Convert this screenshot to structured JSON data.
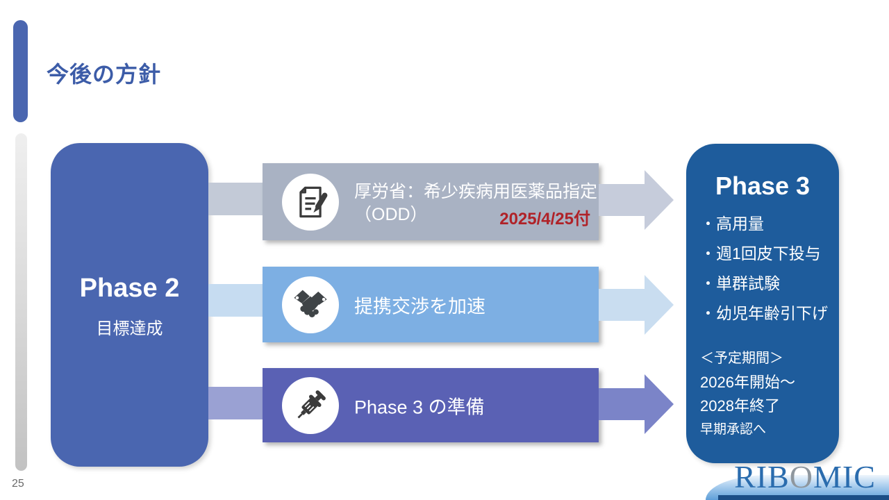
{
  "slide": {
    "title": "今後の方針",
    "page_number": "25"
  },
  "phase2": {
    "title": "Phase 2",
    "subtitle": "目標達成"
  },
  "steps": [
    {
      "icon": "document-pencil-icon",
      "line1": "厚労省：希少疾病用医薬品指定",
      "line2": "（ODD）",
      "date": "2025/4/25付",
      "bar_color": "#A9B2C3",
      "connector_color": "#C3CAD7",
      "arrow_color": "#C6CCDB"
    },
    {
      "icon": "handshake-icon",
      "line1": "提携交渉を加速",
      "bar_color": "#7DAFE3",
      "connector_color": "#C6DCF1",
      "arrow_color": "#C9DDF0"
    },
    {
      "icon": "syringe-icon",
      "line1": "Phase 3 の準備",
      "bar_color": "#5A61B4",
      "connector_color": "#9AA1D3",
      "arrow_color": "#7B84C8"
    }
  ],
  "phase3": {
    "title": "Phase 3",
    "bullets": [
      "・高用量",
      "・週1回皮下投与",
      "・単群試験",
      "・幼児年齢引下げ"
    ],
    "schedule_header": "＜予定期間＞",
    "schedule": [
      "2026年開始～",
      "2028年終了",
      "早期承認へ"
    ]
  },
  "logo": {
    "left": "RIB",
    "o": "O",
    "right": "MIC"
  },
  "colors": {
    "accent_blue": "#4A66B0",
    "phase3_blue": "#1E5C9C",
    "title_blue": "#3C5CA8",
    "date_red": "#B02228",
    "logo_blue": "#2A6CAE"
  }
}
